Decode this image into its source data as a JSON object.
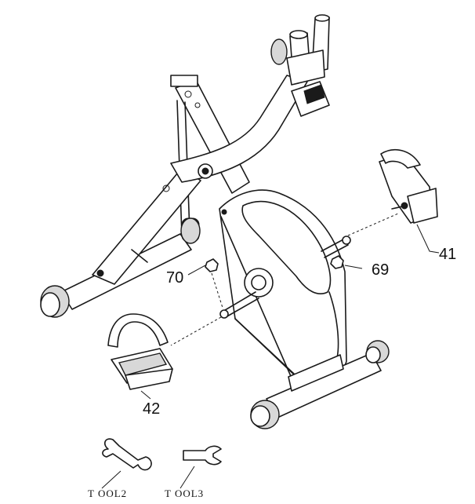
{
  "parts": {
    "label_41": "41",
    "label_42": "42",
    "label_69": "69",
    "label_70": "70"
  },
  "tools": {
    "tool2": "T OOL2",
    "tool3": "T OOL3"
  }
}
